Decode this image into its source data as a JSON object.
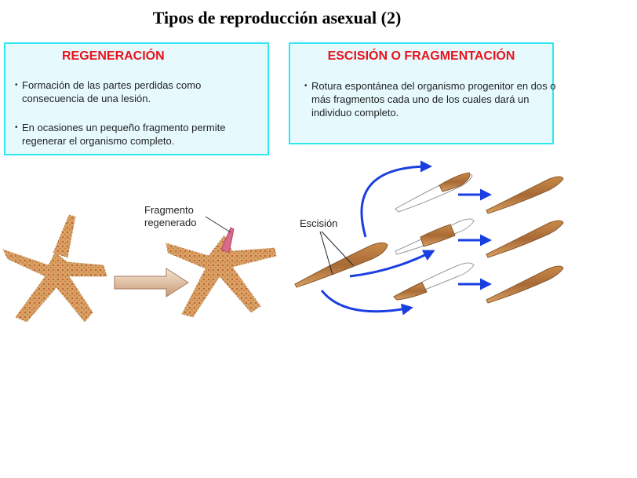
{
  "title": "Tipos de reproducción asexual (2)",
  "regeneracion": {
    "heading": "REGENERACIÓN",
    "bullets": [
      "Formación de las partes perdidas como consecuencia de una lesión.",
      "En ocasiones un pequeño fragmento permite regenerar el organismo completo."
    ]
  },
  "escision": {
    "heading": "ESCISIÓN O FRAGMENTACIÓN",
    "bullets": [
      "Rotura espontánea del organismo progenitor en dos o más fragmentos cada uno de los cuales dará un individuo completo."
    ]
  },
  "figure": {
    "fragment_label_line1": "Fragmento",
    "fragment_label_line2": "regenerado",
    "escision_label": "Escisión"
  },
  "colors": {
    "heading": "#e8141c",
    "box_fill": "#e6fafe",
    "box_border": "#2ee8f2",
    "arrow_blue": "#1a3fe0",
    "starfish": "#d79a5a",
    "worm": "#b9773d"
  }
}
